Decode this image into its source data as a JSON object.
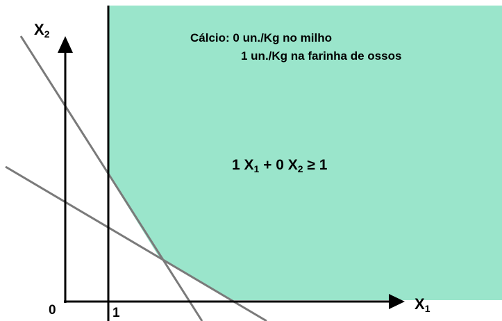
{
  "colors": {
    "feasible_region": "#9ae5cb",
    "axis": "#000000",
    "constraint_line": "#7a7a7a"
  },
  "axes": {
    "x_axis_label": "X",
    "x_axis_sub": "1",
    "y_axis_label": "X",
    "y_axis_sub": "2",
    "origin_label": "0",
    "x_tick_label": "1"
  },
  "note": {
    "line1": "Cálcio: 0 un./Kg no milho",
    "line2": "1 un./Kg na farinha de ossos"
  },
  "inequality": {
    "coef1": "1 X",
    "sub1": "1",
    "op": " + 0 X",
    "sub2": "2",
    "rel": " ≥ 1"
  }
}
